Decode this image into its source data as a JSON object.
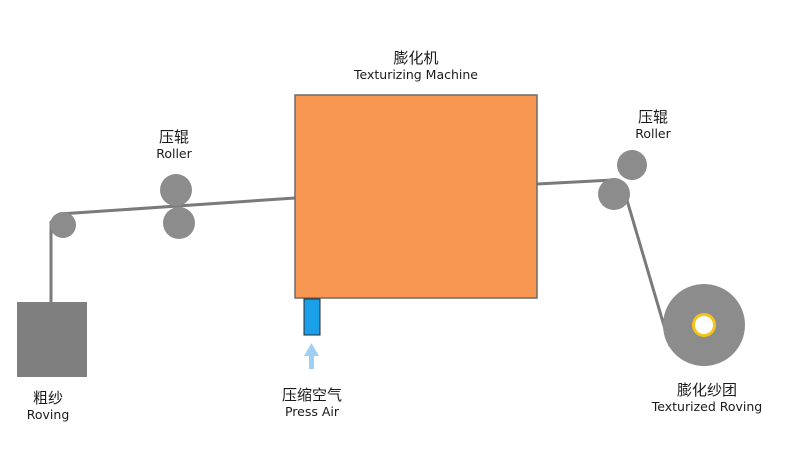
{
  "labels": {
    "machine": {
      "zh": "膨化机",
      "en": "Texturizing Machine"
    },
    "roller_left": {
      "zh": "压辊",
      "en": "Roller"
    },
    "roller_right": {
      "zh": "压辊",
      "en": "Roller"
    },
    "roving": {
      "zh": "粗纱",
      "en": "Roving"
    },
    "press_air": {
      "zh": "压缩空气",
      "en": "Press Air"
    },
    "textured_roving": {
      "zh": "膨化纱团",
      "en": "Texturized Roving"
    }
  },
  "colors": {
    "machine_fill": "#f79752",
    "machine_stroke": "#6b6b6b",
    "roller": "#8c8c8c",
    "roving_box": "#7f7f7f",
    "thread": "#7a7a7a",
    "nozzle": "#1aa0e8",
    "arrow": "#9fd0f2",
    "spool_core": "#ffffff",
    "spool_ring": "#f5c518"
  }
}
